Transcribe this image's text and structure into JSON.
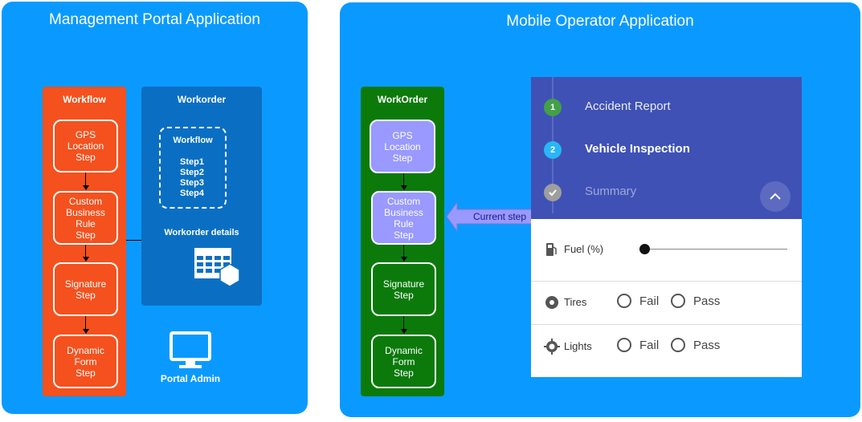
{
  "management": {
    "title": "Management Portal Application",
    "workflow": {
      "title": "Workflow",
      "steps": [
        "GPS\nLocation\nStep",
        "Custom\nBusiness\nRule\nStep",
        "Signature\nStep",
        "Dynamic\nForm\nStep"
      ]
    },
    "workorder": {
      "title": "Workorder",
      "inner_title": "Workflow",
      "inner_steps": "Step1\nStep2\nStep3\nStep4",
      "details_label": "Workorder details"
    },
    "portal_admin_label": "Portal Admin"
  },
  "mobile": {
    "title": "Mobile Operator Application",
    "workorder": {
      "title": "WorkOrder",
      "steps": [
        "GPS\nLocation\nStep",
        "Custom\nBusiness\nRule\nStep",
        "Signature\nStep",
        "Dynamic\nForm\nStep"
      ]
    },
    "current_step_label": "Current step",
    "stepper": [
      {
        "num": "1",
        "label": "Accident Report",
        "color": "#43a047"
      },
      {
        "num": "2",
        "label": "Vehicle Inspection",
        "color": "#29b6f6"
      },
      {
        "num": "",
        "label": "Summary",
        "color": "#9e9e9e"
      }
    ],
    "form": {
      "fuel_label": "Fuel (%)",
      "fuel_value": 0,
      "tires_label": "Tires",
      "lights_label": "Lights",
      "fail_label": "Fail",
      "pass_label": "Pass"
    }
  },
  "colors": {
    "panel": "#0a9aff",
    "workflow_orange": "#f4511e",
    "workorder_blue": "#0a6fc2",
    "mobile_green": "#0b7a0b",
    "current_step_purple": "#9999ff",
    "stepper_indigo": "#3f51b5"
  }
}
